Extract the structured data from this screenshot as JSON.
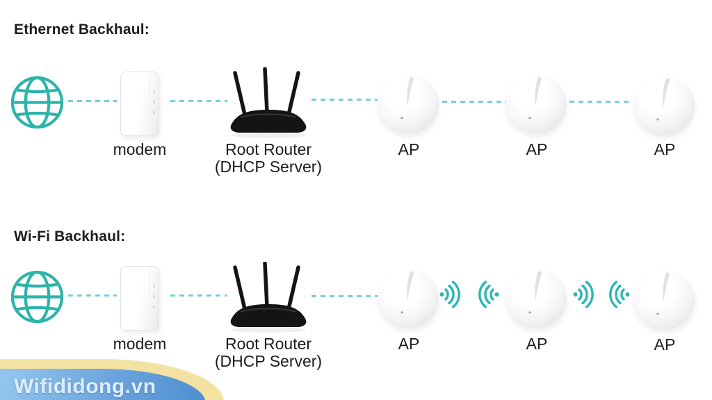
{
  "colors": {
    "teal": "#2db4aa",
    "dash": "#5cc6d4",
    "wifi": "#28b7b2",
    "text": "#1c1c1c",
    "banner-border": "#f3e2a1",
    "banner-blue-1": "#94c7ef",
    "banner-blue-2": "#4e8ed0",
    "banner-text": "#ddeefb"
  },
  "icons": {
    "internet": "globe-icon",
    "link": "dashed-line",
    "wireless": "wifi-signal-icon"
  },
  "sections": [
    {
      "title": "Ethernet Backhaul:",
      "nodes": {
        "modem": {
          "label": "modem"
        },
        "router": {
          "label_line1": "Root Router",
          "label_line2": "(DHCP Server)"
        },
        "ap1": {
          "label": "AP"
        },
        "ap2": {
          "label": "AP"
        },
        "ap3": {
          "label": "AP"
        }
      },
      "links": [
        "dashed",
        "dashed",
        "dashed",
        "dashed",
        "dashed"
      ]
    },
    {
      "title": "Wi-Fi Backhaul:",
      "nodes": {
        "modem": {
          "label": "modem"
        },
        "router": {
          "label_line1": "Root Router",
          "label_line2": "(DHCP Server)"
        },
        "ap1": {
          "label": "AP"
        },
        "ap2": {
          "label": "AP"
        },
        "ap3": {
          "label": "AP"
        }
      },
      "links": [
        "dashed",
        "dashed",
        "dashed",
        "wifi-pair",
        "wifi-pair"
      ]
    }
  ],
  "watermark": {
    "text": "Wifididong.vn"
  }
}
